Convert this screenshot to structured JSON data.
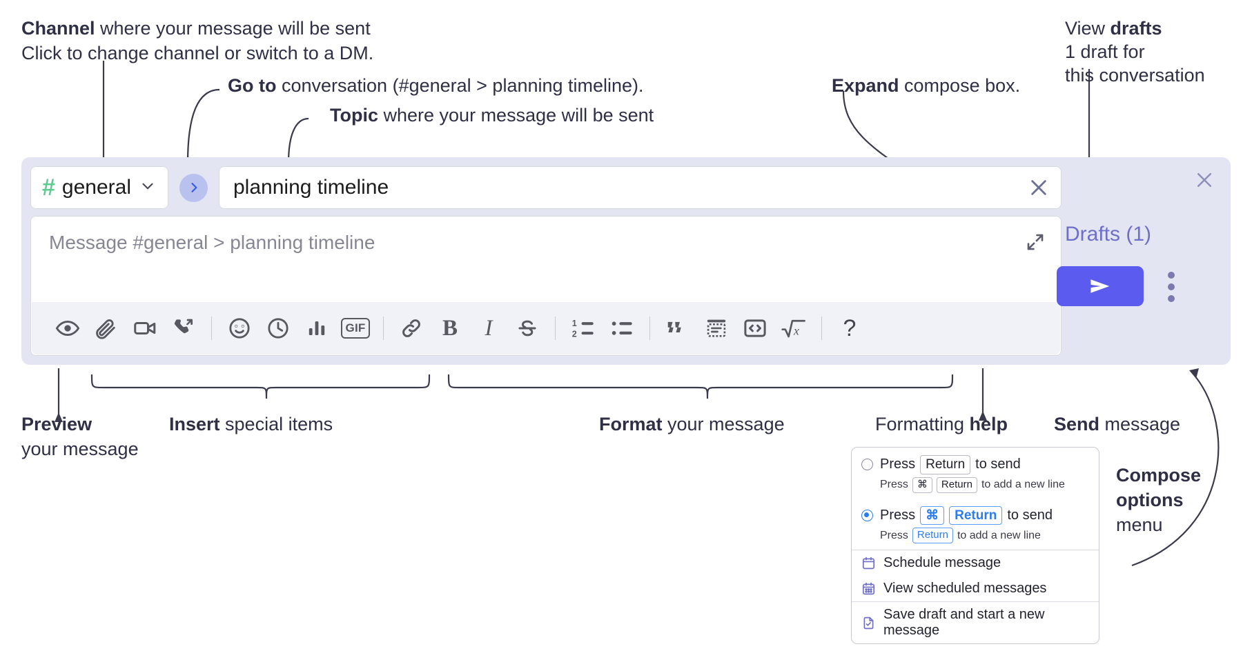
{
  "annotations": {
    "channel": {
      "bold": "Channel",
      "rest": " where your message will be sent",
      "sub": "Click to change channel or switch to a DM."
    },
    "goto": {
      "bold": "Go to",
      "rest": " conversation (#general > planning timeline)."
    },
    "topic": {
      "bold": "Topic",
      "rest": " where your message will be sent"
    },
    "expand": {
      "bold": "Expand",
      "rest": " compose box."
    },
    "drafts": {
      "pre": "View ",
      "bold": "drafts",
      "sub1": "1 draft for",
      "sub2": "this conversation"
    },
    "preview": {
      "bold": "Preview",
      "sub": "your message"
    },
    "insert": {
      "bold": "Insert",
      "rest": " special items"
    },
    "format": {
      "bold": "Format",
      "rest": " your message"
    },
    "formatting_help": {
      "pre": "Formatting ",
      "bold": "help"
    },
    "send": {
      "bold": "Send",
      "rest": " message"
    },
    "compose_options": {
      "bold1": "Compose",
      "bold2": "options",
      "rest": "menu"
    }
  },
  "compose": {
    "channel": {
      "hash": "#",
      "name": "general",
      "chevron": "chevron-down-icon"
    },
    "goto_icon": "chevron-right-icon",
    "topic": {
      "value": "planning timeline",
      "clear_icon": "close-icon"
    },
    "message": {
      "placeholder": "Message #general > planning timeline",
      "value": ""
    },
    "expand_icon": "expand-icon",
    "close_icon": "close-icon",
    "drafts_label": "Drafts (1)",
    "send_icon": "send-icon",
    "options_icon": "kebab-menu-icon",
    "toolbar": {
      "insert_group": [
        {
          "name": "preview-icon",
          "label": "Preview"
        },
        {
          "name": "attachment-icon",
          "label": "Attach file"
        },
        {
          "name": "video-icon",
          "label": "Record video clip"
        },
        {
          "name": "audio-call-icon",
          "label": "Record audio clip"
        }
      ],
      "special_group": [
        {
          "name": "emoji-icon",
          "label": "Emoji"
        },
        {
          "name": "clock-icon",
          "label": "Reminder"
        },
        {
          "name": "bar-chart-icon",
          "label": "Poll"
        },
        {
          "name": "gif-icon",
          "label": "GIF"
        }
      ],
      "format_group": [
        {
          "name": "link-icon",
          "label": "Link"
        },
        {
          "name": "bold-icon",
          "label": "B"
        },
        {
          "name": "italic-icon",
          "label": "I"
        },
        {
          "name": "strikethrough-icon",
          "label": "Strikethrough"
        }
      ],
      "list_group": [
        {
          "name": "ordered-list-icon",
          "label": "Ordered list"
        },
        {
          "name": "bulleted-list-icon",
          "label": "Bulleted list"
        }
      ],
      "block_group": [
        {
          "name": "blockquote-icon",
          "label": "Blockquote"
        },
        {
          "name": "code-block-icon",
          "label": "Code block"
        },
        {
          "name": "inline-code-icon",
          "label": "Code"
        },
        {
          "name": "math-icon",
          "label": "Math"
        }
      ],
      "help": {
        "name": "help-icon",
        "label": "?"
      },
      "gif_text": "GIF"
    }
  },
  "options_menu": {
    "radio1": {
      "selected": false,
      "press": "Press",
      "key": "Return",
      "tail": "to send",
      "sub_press": "Press",
      "sub_key1": "⌘",
      "sub_key2": "Return",
      "sub_tail": "to add a new line"
    },
    "radio2": {
      "selected": true,
      "press": "Press",
      "key1": "⌘",
      "key2": "Return",
      "tail": "to send",
      "sub_press": "Press",
      "sub_key": "Return",
      "sub_tail": "to add a new line"
    },
    "items": [
      {
        "icon": "calendar-schedule-icon",
        "label": "Schedule message"
      },
      {
        "icon": "calendar-grid-icon",
        "label": "View scheduled messages"
      },
      {
        "icon": "save-draft-icon",
        "label": "Save draft and start a new message"
      }
    ]
  },
  "colors": {
    "compose_bg": "#e3e5f2",
    "accent_send": "#5b5bef",
    "drafts_text": "#6f6fc9",
    "hash_green": "#5fcc8f",
    "goto_circle": "#b9c1ef",
    "radio_blue": "#2b7cf0"
  }
}
